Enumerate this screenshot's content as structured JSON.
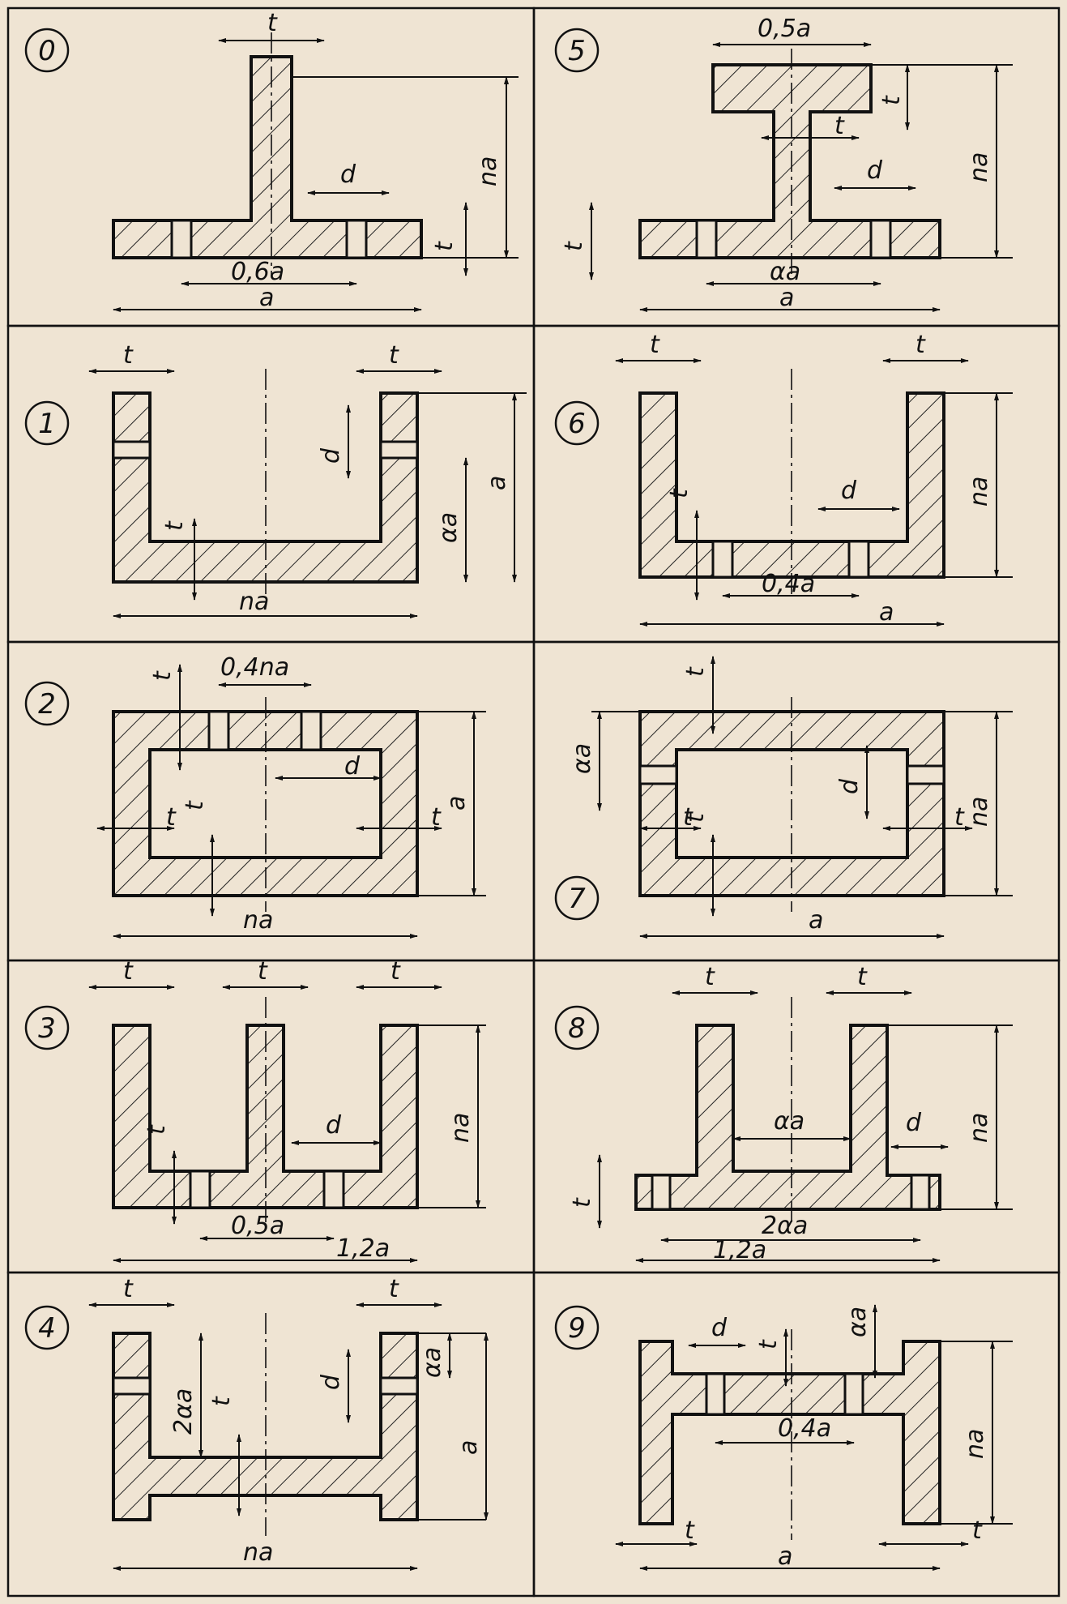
{
  "variants": [
    {
      "id": "0",
      "labels": [
        "t",
        "na",
        "d",
        "t",
        "0,6a",
        "a"
      ]
    },
    {
      "id": "1",
      "labels": [
        "t",
        "t",
        "d",
        "a",
        "t",
        "αa",
        "na"
      ]
    },
    {
      "id": "2",
      "labels": [
        "t",
        "0,4na",
        "d",
        "a",
        "t",
        "t",
        "t",
        "na"
      ]
    },
    {
      "id": "3",
      "labels": [
        "t",
        "t",
        "t",
        "na",
        "t",
        "d",
        "0,5a",
        "1,2a"
      ]
    },
    {
      "id": "4",
      "labels": [
        "t",
        "t",
        "2αa",
        "αa",
        "t",
        "d",
        "a",
        "na"
      ]
    },
    {
      "id": "5",
      "labels": [
        "0,5a",
        "t",
        "t",
        "na",
        "d",
        "t",
        "αa",
        "a"
      ]
    },
    {
      "id": "6",
      "labels": [
        "t",
        "t",
        "na",
        "d",
        "t",
        "0,4a",
        "a"
      ]
    },
    {
      "id": "7",
      "labels": [
        "t",
        "αa",
        "na",
        "d",
        "t",
        "t",
        "t",
        "a"
      ]
    },
    {
      "id": "8",
      "labels": [
        "t",
        "t",
        "na",
        "αa",
        "d",
        "t",
        "2αa",
        "1,2a"
      ]
    },
    {
      "id": "9",
      "labels": [
        "d",
        "t",
        "αa",
        "na",
        "0,4a",
        "t",
        "a",
        "t"
      ]
    }
  ]
}
